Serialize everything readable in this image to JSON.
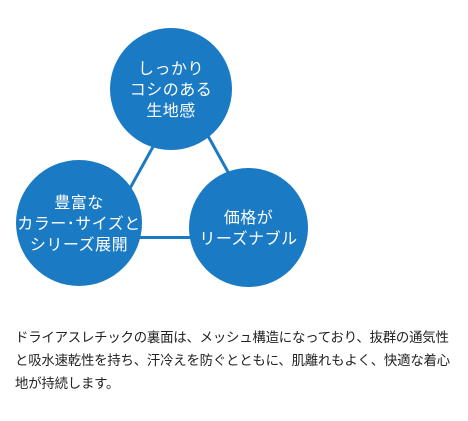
{
  "diagram": {
    "nodes": [
      {
        "label": "しっかり\nコシのある\n生地感"
      },
      {
        "label": "豊富な\nカラー･サイズと\nシリーズ展開"
      },
      {
        "label": "価格が\nリーズナブル"
      }
    ],
    "colors": {
      "circle": "#1a7ac3",
      "text": "#ffffff"
    }
  },
  "caption": {
    "text": "ドライアスレチックの裏面は、メッシュ構造になっており、抜群の通気性と吸水速乾性を持ち、汗冷えを防ぐとともに、肌離れもよく、快適な着心地が持続します。"
  }
}
